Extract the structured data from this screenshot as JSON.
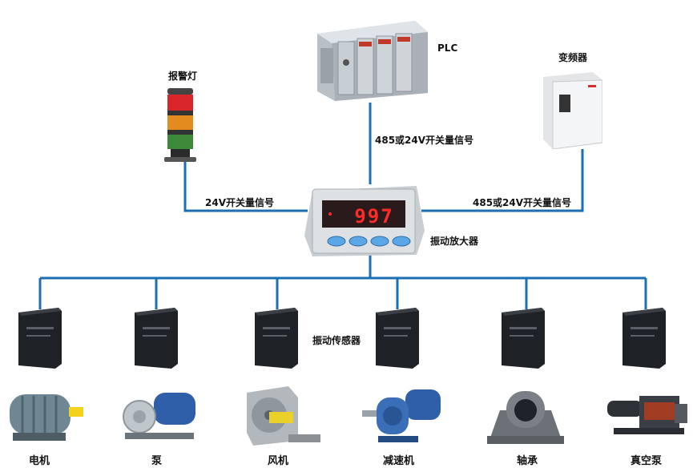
{
  "labels": {
    "plc": "PLC",
    "vfd": "变频器",
    "alarm_light": "报警灯",
    "link_plc": "485或24V开关量信号",
    "link_alarm": "24V开关量信号",
    "link_vfd": "485或24V开关量信号",
    "amplifier": "振动放大器",
    "sensor": "振动传感器"
  },
  "amplifier_display": "997",
  "machines": [
    "电机",
    "泵",
    "风机",
    "减速机",
    "轴承",
    "真空泵"
  ],
  "colors": {
    "line": "#1a6fb5",
    "display_bg": "#2a1a1c",
    "display_digit": "#ff2a2a",
    "button": "#5aa6e6"
  }
}
